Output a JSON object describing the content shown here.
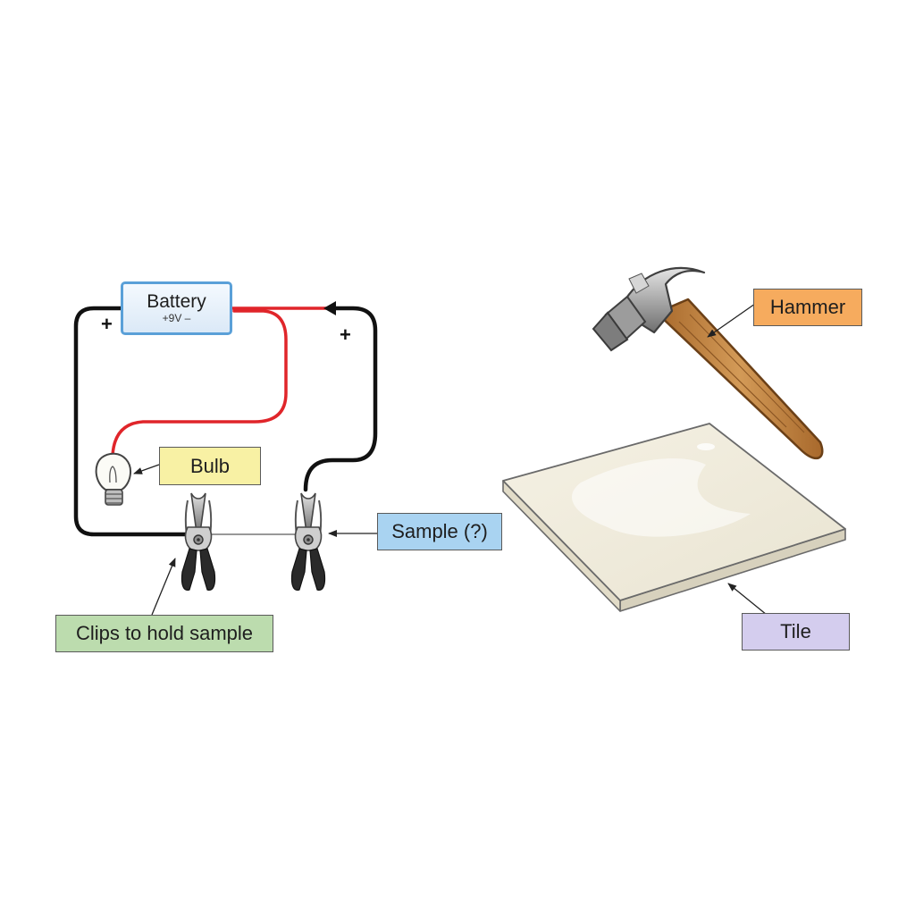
{
  "battery": {
    "name": "Battery",
    "voltage": "+9V –",
    "left_terminal": "+",
    "right_terminal": "+"
  },
  "labels": {
    "bulb": "Bulb",
    "sample": "Sample (?)",
    "clips": "Clips to hold sample",
    "hammer": "Hammer",
    "tile": "Tile"
  },
  "colors": {
    "bulb_label": "#f8f1a4",
    "sample_label": "#a9d3f1",
    "clips_label": "#bcdcae",
    "hammer_label": "#f6ab5e",
    "tile_label": "#d4cdee",
    "wire_black": "#111111",
    "wire_red": "#e0252a"
  }
}
